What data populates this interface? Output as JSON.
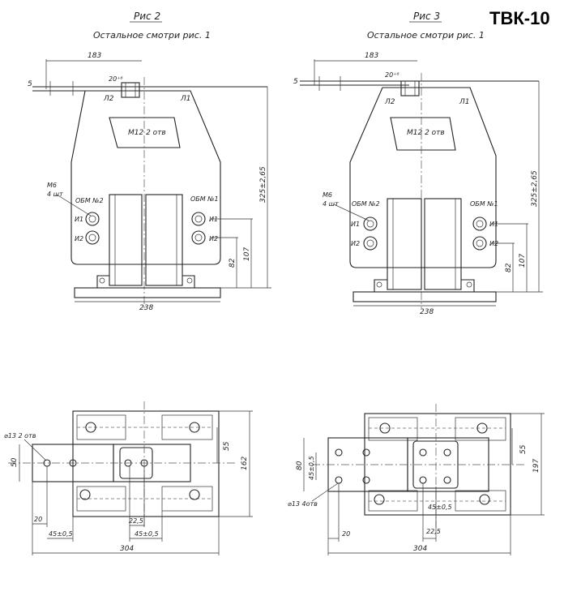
{
  "model": "ТВК-10",
  "fig2": {
    "caption": "Рис 2",
    "note": "Остальное смотри рис. 1",
    "dims": {
      "width_183": "183",
      "gap_20": "20⁺⁶",
      "s": "5",
      "l1": "Л1",
      "l2": "Л2",
      "m12": "M12 2 отв",
      "m6_a": "M6",
      "m6_b": "4 шт",
      "obm2": "ОБМ №2",
      "obm1": "ОБМ №1",
      "i1_left": "И1",
      "i2_left": "И2",
      "i1_right": "И1",
      "i2_right": "И2",
      "height_325": "325±2,65",
      "h107": "107",
      "h82": "82",
      "base_238": "238"
    }
  },
  "fig3": {
    "caption": "Рис 3",
    "note": "Остальное смотри рис. 1",
    "dims": {
      "width_183": "183",
      "gap_20": "20⁺⁶",
      "s": "5",
      "l1": "Л1",
      "l2": "Л2",
      "m12": "M12 2 отв",
      "m6_a": "M6",
      "m6_b": "4 шт",
      "obm2": "ОБМ №2",
      "obm1": "ОБМ №1",
      "i1_left": "И1",
      "i2_left": "И2",
      "i1_right": "И1",
      "i2_right": "И2",
      "height_325": "325±2,65",
      "h107": "107",
      "h82": "82",
      "base_238": "238"
    }
  },
  "plan2": {
    "hole": "⌀13 2 отв",
    "d50": "50",
    "d55": "55",
    "d162": "162",
    "d20": "20",
    "d45a": "45±0,5",
    "d225": "22,5",
    "d45b": "45±0,5",
    "d304": "304"
  },
  "plan3": {
    "hole": "⌀13 4отв",
    "d80": "80",
    "d45v": "45±0,5",
    "d45h": "45±0,5",
    "d55": "55",
    "d197": "197",
    "d20": "20",
    "d225": "22,5",
    "d304": "304"
  }
}
